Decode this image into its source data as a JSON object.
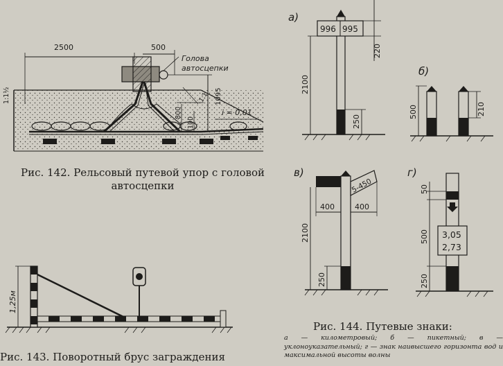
{
  "fig142": {
    "caption": "Рис. 142. Рельсовый путевой упор с головой автосцепки",
    "dim_2500": "2500",
    "dim_500": "500",
    "label_head": "Голова",
    "label_head2": "автосцепки",
    "dim_1095": "1095",
    "dim_800": "800",
    "dim_100": "100",
    "slope_left": "1:1½",
    "slope_right": "1:1",
    "grade": "i = 0,01"
  },
  "fig143": {
    "caption": "Рис. 143. Поворотный брус заграждения",
    "height_label": "1,25м"
  },
  "fig144": {
    "caption": "Рис. 144. Путевые знаки:",
    "subcaption": "а — километровый; б — пикетный; в — уклоноуказательный; г — знак наивысшего горизонта вод и максимальной высоты волны",
    "panel_a": {
      "label": "а)",
      "plate_left": "996",
      "plate_right": "995",
      "dim_2100": "2100",
      "dim_220": "220",
      "dim_250": "250"
    },
    "panel_b": {
      "label": "б)",
      "dim_500": "500",
      "dim_210": "210"
    },
    "panel_v": {
      "label": "в)",
      "sign": "5-450",
      "dim_400_left": "400",
      "dim_400_right": "400",
      "dim_2100": "2100",
      "dim_250": "250"
    },
    "panel_g": {
      "label": "г)",
      "dim_50": "50",
      "dim_500": "500",
      "dim_250": "250",
      "val_top": "3,05",
      "val_bottom": "2,73"
    }
  }
}
